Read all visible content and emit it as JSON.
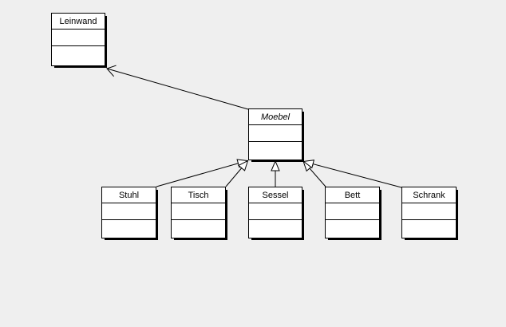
{
  "diagram": {
    "type": "uml-class-diagram",
    "background_color": "#efefef",
    "box_fill_color": "#ffffff",
    "line_color": "#000000",
    "classes": [
      {
        "name": "Leinwand",
        "abstract": false,
        "attributes": [],
        "operations": []
      },
      {
        "name": "Moebel",
        "abstract": true,
        "attributes": [],
        "operations": []
      },
      {
        "name": "Stuhl",
        "abstract": false,
        "attributes": [],
        "operations": []
      },
      {
        "name": "Tisch",
        "abstract": false,
        "attributes": [],
        "operations": []
      },
      {
        "name": "Sessel",
        "abstract": false,
        "attributes": [],
        "operations": []
      },
      {
        "name": "Bett",
        "abstract": false,
        "attributes": [],
        "operations": []
      },
      {
        "name": "Schrank",
        "abstract": false,
        "attributes": [],
        "operations": []
      }
    ],
    "relationships": [
      {
        "from": "Moebel",
        "to": "Leinwand",
        "type": "open-arrow-association"
      },
      {
        "from": "Stuhl",
        "to": "Moebel",
        "type": "generalization"
      },
      {
        "from": "Tisch",
        "to": "Moebel",
        "type": "generalization"
      },
      {
        "from": "Sessel",
        "to": "Moebel",
        "type": "generalization"
      },
      {
        "from": "Bett",
        "to": "Moebel",
        "type": "generalization"
      },
      {
        "from": "Schrank",
        "to": "Moebel",
        "type": "generalization"
      }
    ]
  }
}
